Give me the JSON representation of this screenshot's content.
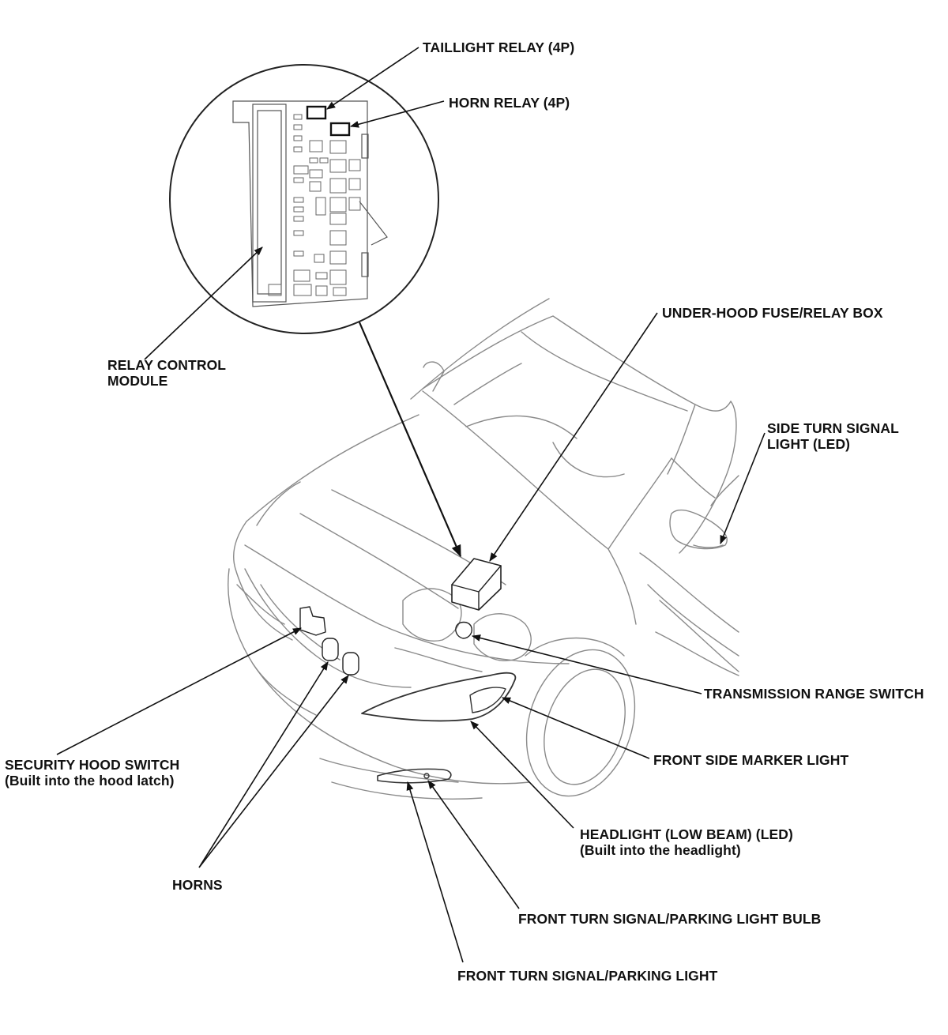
{
  "colors": {
    "ink": "#111111",
    "line": "#8a8a8a",
    "leader": "#111111",
    "background": "#ffffff"
  },
  "labels": {
    "taillight_relay": "TAILLIGHT RELAY (4P)",
    "horn_relay": "HORN RELAY (4P)",
    "relay_control_module": [
      "RELAY CONTROL",
      "MODULE"
    ],
    "under_hood_box": "UNDER-HOOD FUSE/RELAY BOX",
    "side_turn_signal": [
      "SIDE TURN SIGNAL",
      "LIGHT (LED)"
    ],
    "transmission_range_switch": "TRANSMISSION RANGE SWITCH",
    "front_side_marker": "FRONT SIDE MARKER LIGHT",
    "security_hood_switch": [
      "SECURITY HOOD SWITCH",
      "(Built into the hood latch)"
    ],
    "headlight": [
      "HEADLIGHT (LOW BEAM) (LED)",
      "(Built into the headlight)"
    ],
    "horns": "HORNS",
    "front_turn_bulb": "FRONT TURN SIGNAL/PARKING LIGHT BULB",
    "front_turn_light": "FRONT TURN SIGNAL/PARKING LIGHT"
  }
}
